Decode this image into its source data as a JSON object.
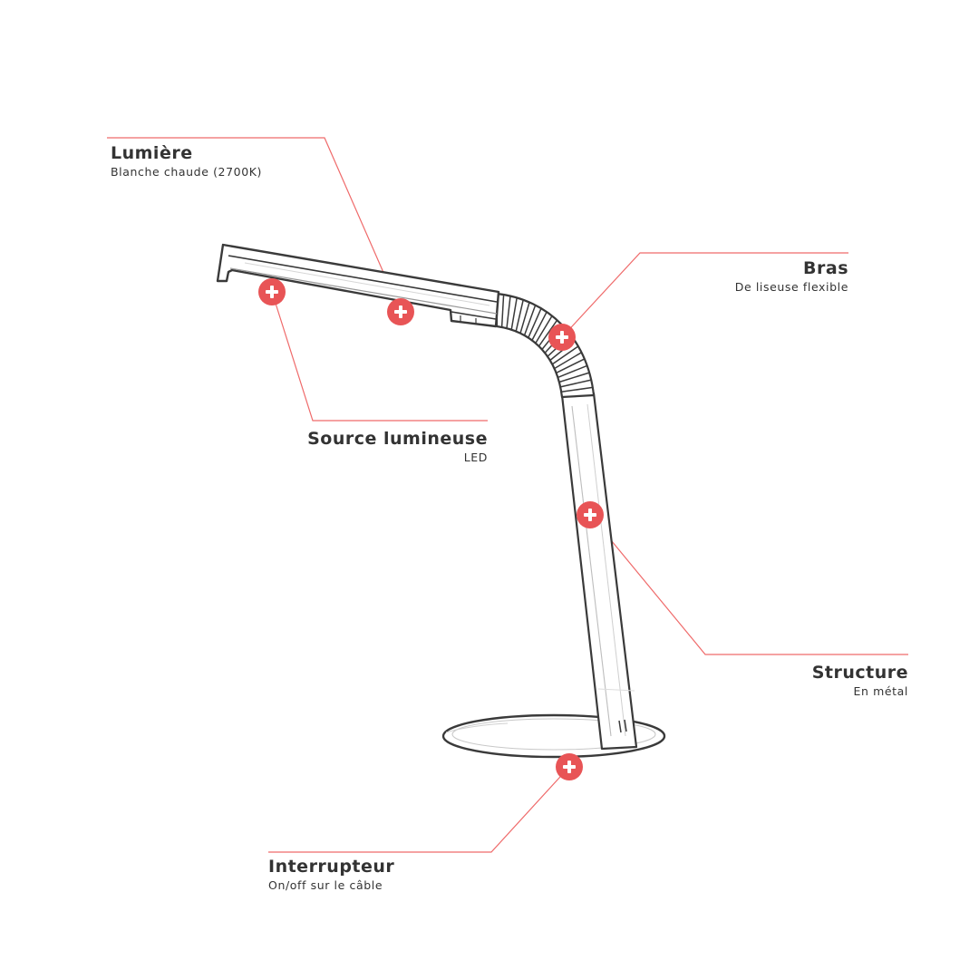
{
  "colors": {
    "accent": "#e85456",
    "leader": "#ef6a6a",
    "text": "#333333",
    "sketch": "#3a3a3a"
  },
  "hotspot_icon": "plus-icon",
  "callouts": {
    "lumiere": {
      "title": "Lumière",
      "sub": "Blanche chaude (2700K)"
    },
    "bras": {
      "title": "Bras",
      "sub": "De liseuse flexible"
    },
    "source": {
      "title": "Source lumineuse",
      "sub": "LED"
    },
    "structure": {
      "title": "Structure",
      "sub": "En métal"
    },
    "interrupteur": {
      "title": "Interrupteur",
      "sub": "On/off sur le câble"
    }
  }
}
